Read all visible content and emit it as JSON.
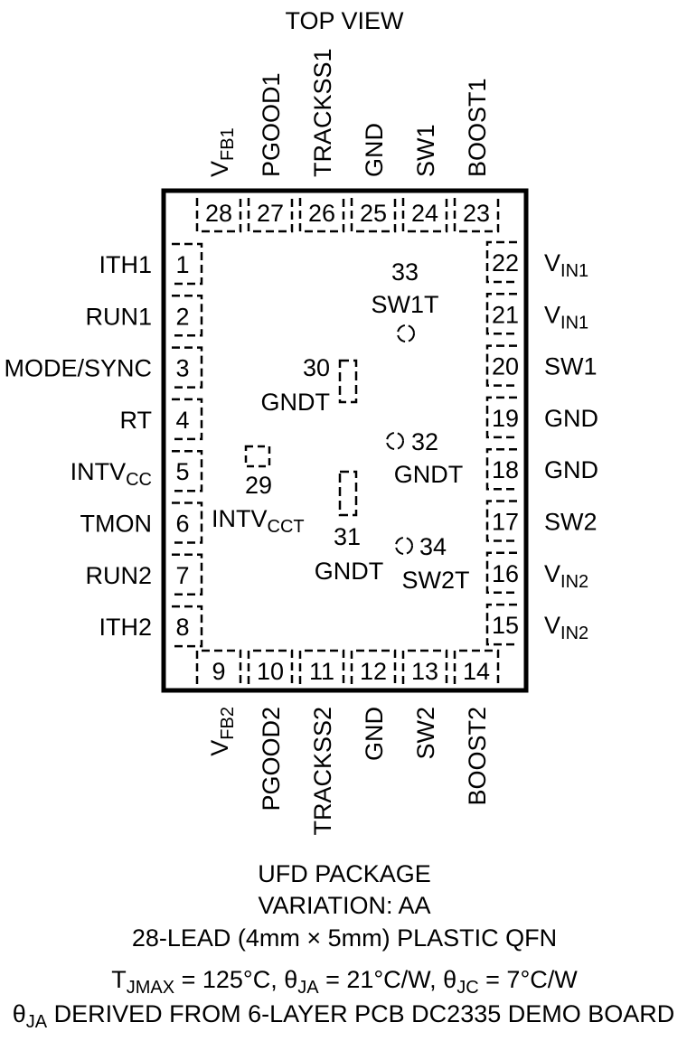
{
  "title": "TOP VIEW",
  "package": {
    "line1": "UFD PACKAGE",
    "line2": "VARIATION: AA",
    "line3": "28-LEAD (4mm × 5mm) PLASTIC QFN"
  },
  "thermal": {
    "t_prefix": "T",
    "t_sub": "JMAX",
    "t_mid": " = 125°C, θ",
    "ja_sub": "JA",
    "ja_mid": " = 21°C/W, θ",
    "jc_sub": "JC",
    "jc_end": " = 7°C/W",
    "derived_theta": "θ",
    "derived_sub": "JA",
    "derived_rest": " DERIVED FROM 6-LAYER PCB DC2335 DEMO BOARD"
  },
  "left_pins": [
    {
      "num": "1",
      "name": "ITH1",
      "sub": ""
    },
    {
      "num": "2",
      "name": "RUN1",
      "sub": ""
    },
    {
      "num": "3",
      "name": "MODE/SYNC",
      "sub": ""
    },
    {
      "num": "4",
      "name": "RT",
      "sub": ""
    },
    {
      "num": "5",
      "name": "INTV",
      "sub": "CC"
    },
    {
      "num": "6",
      "name": "TMON",
      "sub": ""
    },
    {
      "num": "7",
      "name": "RUN2",
      "sub": ""
    },
    {
      "num": "8",
      "name": "ITH2",
      "sub": ""
    }
  ],
  "right_pins": [
    {
      "num": "22",
      "name": "V",
      "sub": "IN1"
    },
    {
      "num": "21",
      "name": "V",
      "sub": "IN1"
    },
    {
      "num": "20",
      "name": "SW1",
      "sub": ""
    },
    {
      "num": "19",
      "name": "GND",
      "sub": ""
    },
    {
      "num": "18",
      "name": "GND",
      "sub": ""
    },
    {
      "num": "17",
      "name": "SW2",
      "sub": ""
    },
    {
      "num": "16",
      "name": "V",
      "sub": "IN2"
    },
    {
      "num": "15",
      "name": "V",
      "sub": "IN2"
    }
  ],
  "top_pins": [
    {
      "num": "28",
      "name": "V",
      "sub": "FB1"
    },
    {
      "num": "27",
      "name": "PGOOD1",
      "sub": ""
    },
    {
      "num": "26",
      "name": "TRACKSS1",
      "sub": ""
    },
    {
      "num": "25",
      "name": "GND",
      "sub": ""
    },
    {
      "num": "24",
      "name": "SW1",
      "sub": ""
    },
    {
      "num": "23",
      "name": "BOOST1",
      "sub": ""
    }
  ],
  "bottom_pins": [
    {
      "num": "9",
      "name": "V",
      "sub": "FB2"
    },
    {
      "num": "10",
      "name": "PGOOD2",
      "sub": ""
    },
    {
      "num": "11",
      "name": "TRACKSS2",
      "sub": ""
    },
    {
      "num": "12",
      "name": "GND",
      "sub": ""
    },
    {
      "num": "13",
      "name": "SW2",
      "sub": ""
    },
    {
      "num": "14",
      "name": "BOOST2",
      "sub": ""
    }
  ],
  "exposed_pads": [
    {
      "num": "33",
      "name": "SW1T",
      "sub": ""
    },
    {
      "num": "30",
      "name": "GNDT",
      "sub": ""
    },
    {
      "num": "32",
      "name": "GNDT",
      "sub": ""
    },
    {
      "num": "29",
      "name": "INTV",
      "sub": "CCT"
    },
    {
      "num": "31",
      "name": "GNDT",
      "sub": ""
    },
    {
      "num": "34",
      "name": "SW2T",
      "sub": ""
    }
  ]
}
